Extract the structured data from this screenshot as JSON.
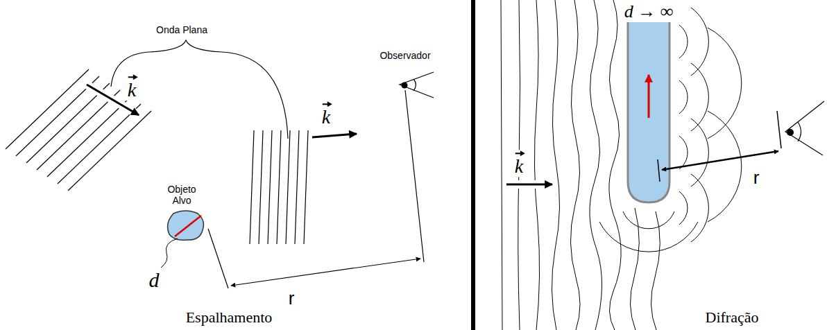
{
  "diagram": {
    "labels": [
      "Onda Plana",
      "Observador",
      "k",
      "Objeto Alvo",
      "k",
      "d",
      "r",
      "Espalhamento",
      "d → ∞",
      "k",
      "r",
      "Difração"
    ]
  }
}
